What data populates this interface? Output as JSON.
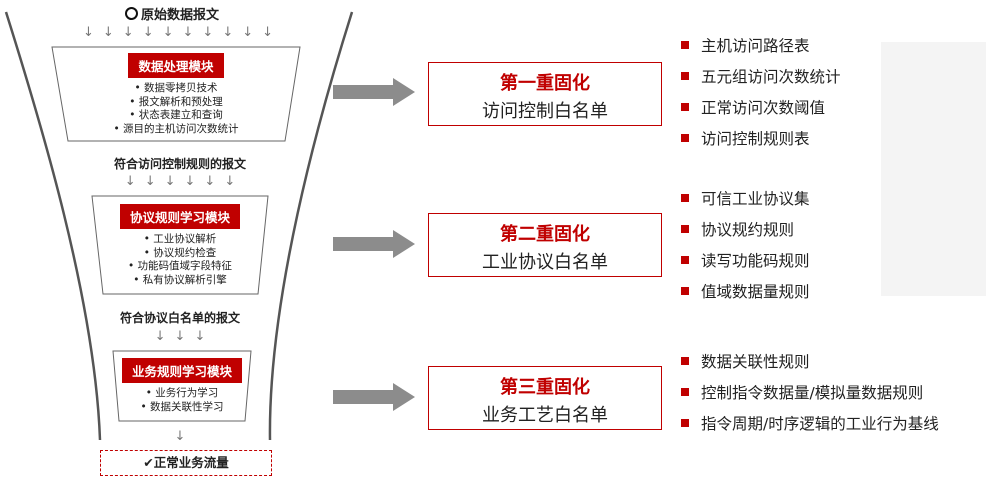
{
  "funnel": {
    "top_title": "原始数据报文",
    "modules": [
      {
        "label": "数据处理模块",
        "bullets": [
          "数据零拷贝技术",
          "报文解析和预处理",
          "状态表建立和查询",
          "源目的主机访问次数统计"
        ]
      },
      {
        "label": "协议规则学习模块",
        "bullets": [
          "工业协议解析",
          "协议规约检查",
          "功能码值域字段特征",
          "私有协议解析引擎"
        ]
      },
      {
        "label": "业务规则学习模块",
        "bullets": [
          "业务行为学习",
          "数据关联性学习"
        ]
      }
    ],
    "between_labels": [
      "符合访问控制规则的报文",
      "符合协议白名单的报文"
    ],
    "final": "✔正常业务流量"
  },
  "stages": [
    {
      "title": "第一重固化",
      "subtitle": "访问控制白名单",
      "items": [
        "主机访问路径表",
        "五元组访问次数统计",
        "正常访问次数阈值",
        "访问控制规则表"
      ]
    },
    {
      "title": "第二重固化",
      "subtitle": "工业协议白名单",
      "items": [
        "可信工业协议集",
        "协议规约规则",
        "读写功能码规则",
        "值域数据量规则"
      ]
    },
    {
      "title": "第三重固化",
      "subtitle": "业务工艺白名单",
      "items": [
        "数据关联性规则",
        "控制指令数据量/模拟量数据规则",
        "指令周期/时序逻辑的工业行为基线"
      ]
    }
  ],
  "colors": {
    "accent": "#c00000",
    "arrow": "#8c8c8c",
    "funnel_edge": "#555555"
  },
  "icons": {
    "start": "circle-icon",
    "final": "check-icon"
  }
}
